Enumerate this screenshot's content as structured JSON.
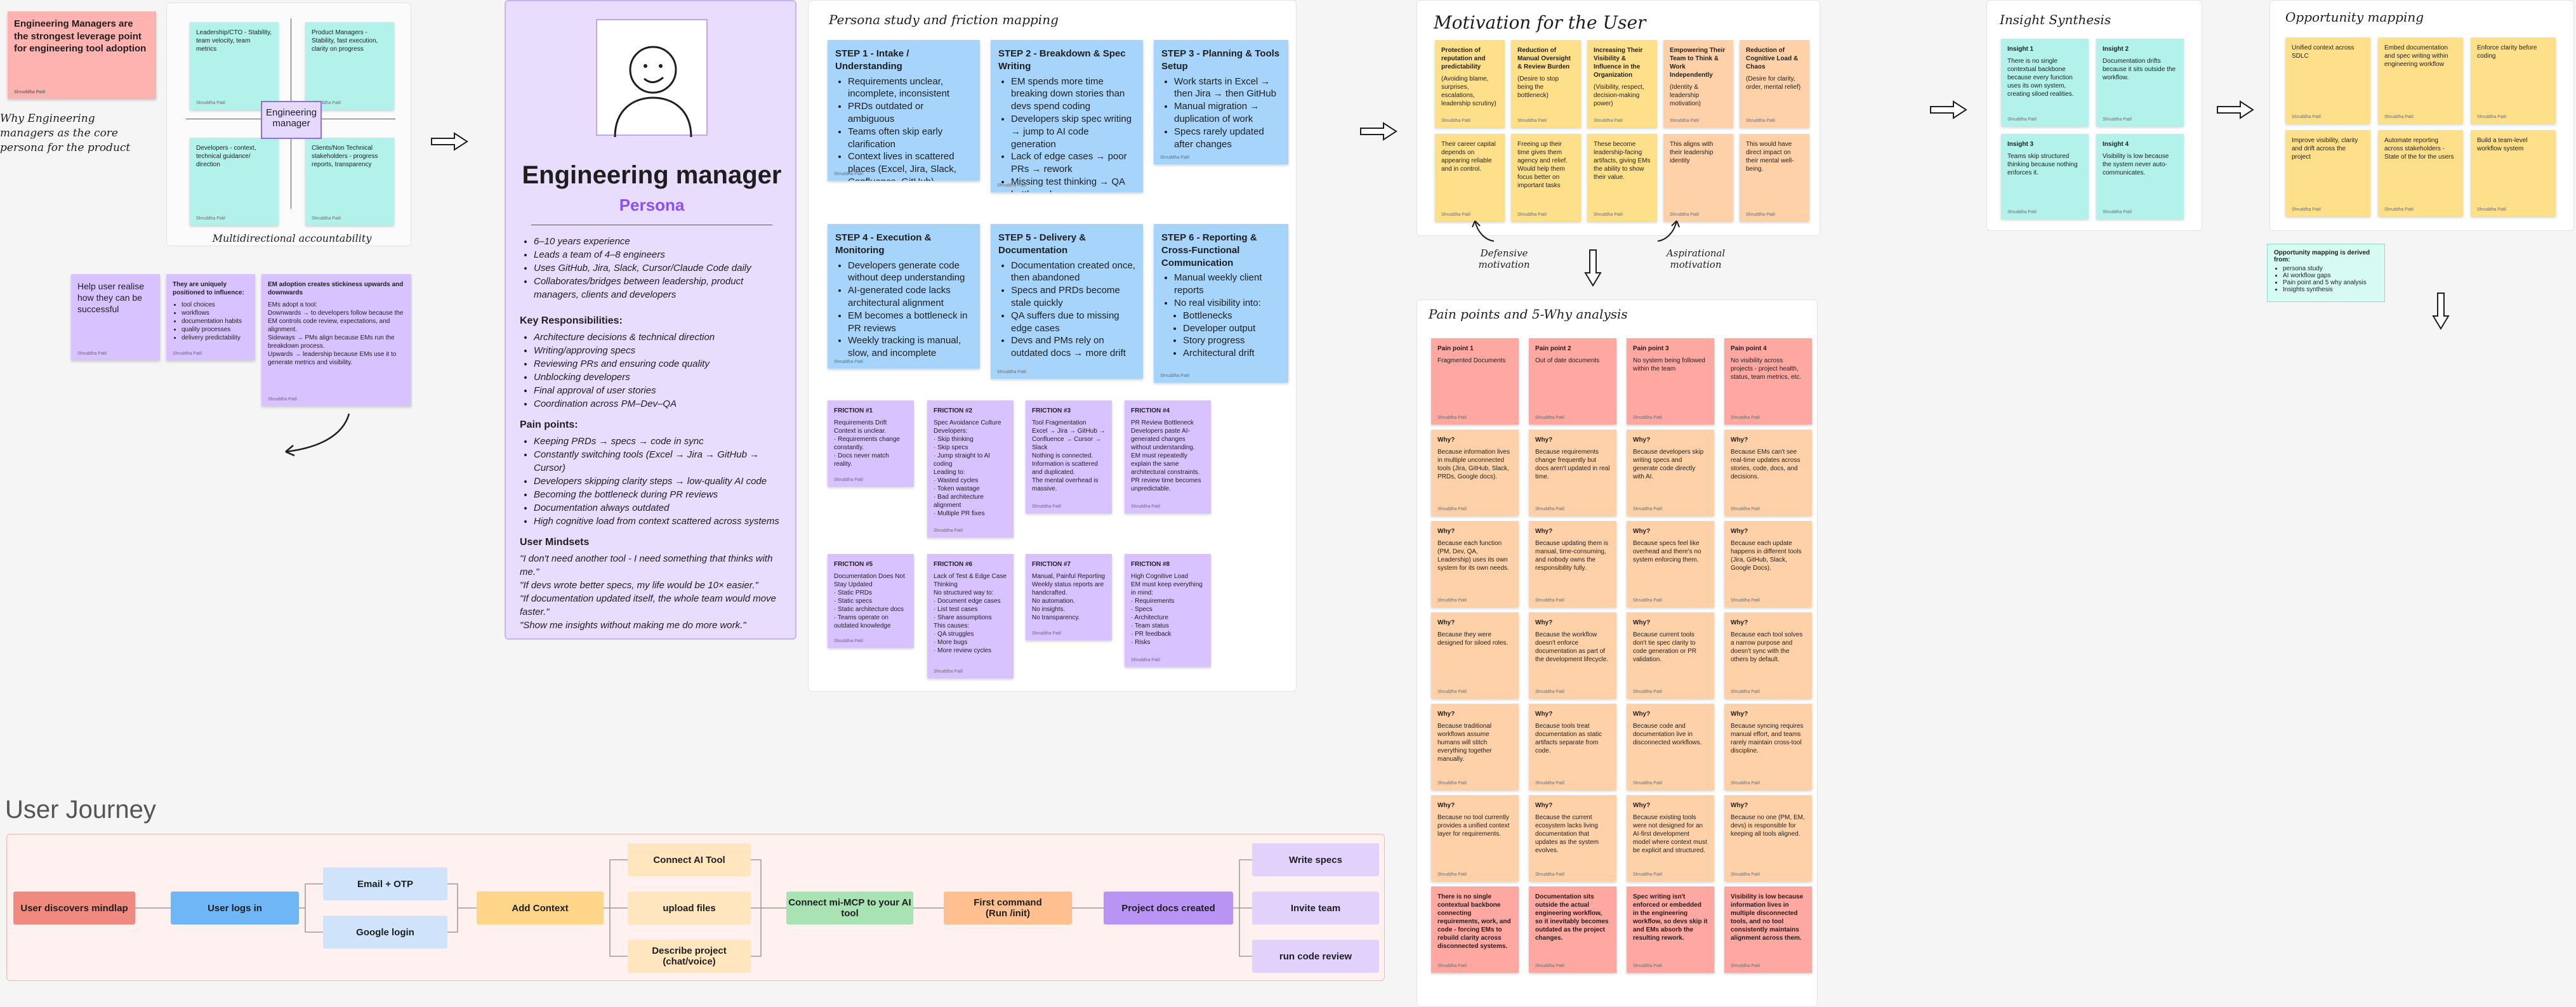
{
  "colors": {
    "canvas": "#f5f5f5",
    "red_sticky": "#ffb3b0",
    "teal_sticky": "#b2f2eb",
    "lavender": "#e6d9ff",
    "purple_sticky": "#d8c2ff",
    "blue_sticky": "#a6d4fb",
    "yellow_sticky": "#ffe08a",
    "orange_sticky": "#ffd1a8",
    "salmon_sticky": "#ffa7a1"
  },
  "intro": {
    "red_note": "Engineering Managers are the strongest leverage point for engineering tool adoption",
    "handwritten": "Why Engineering managers as the core persona for the product",
    "matrix_title": "Multidirectional accountability",
    "center": "Engineering manager",
    "q1": "Leadership/CTO - Stability, team velocity, team metrics",
    "q2": "Product Managers - Stability, fast execution, clarity on progress",
    "q3": "Developers - context, technical guidance/ direction",
    "q4": "Clients/Non Technical stakeholders - progress reports, transparency",
    "p1": "Help user realise how they can be successful",
    "p2_title": "They are uniquely positioned to influence:",
    "p2_items": [
      "tool choices",
      "workflows",
      "documentation habits",
      "quality processes",
      "delivery predictability"
    ],
    "p3_title": "EM adoption creates stickiness upwards and downwards",
    "p3_body": "EMs adopt a tool:\nDownwards → to developers follow because the EM controls code review, expectations, and alignment.\nSideways → PMs align because EMs run the breakdown process.\nUpwards → leadership because EMs use it to generate metrics and visibility.",
    "author": "Shruddha Patil"
  },
  "persona": {
    "title": "Engineering manager",
    "subtitle": "Persona",
    "facts": [
      "6–10 years experience",
      "Leads a team of 4–8 engineers",
      "Uses GitHub, Jira, Slack, Cursor/Claude Code daily",
      "Collaborates/bridges between leadership, product managers, clients and developers"
    ],
    "resp_heading": "Key Responsibilities:",
    "resp": [
      "Architecture decisions & technical direction",
      "Writing/approving specs",
      "Reviewing PRs and ensuring code quality",
      "Unblocking developers",
      "Final approval of user stories",
      "Coordination across PM–Dev–QA"
    ],
    "pain_heading": "Pain points:",
    "pains": [
      "Keeping PRDs → specs → code in sync",
      "Constantly switching tools (Excel → Jira → GitHub → Cursor)",
      "Developers skipping clarity steps → low-quality AI code",
      "Becoming the bottleneck during PR reviews",
      "Documentation always outdated",
      "High cognitive load from context scattered across systems"
    ],
    "mind_heading": "User Mindsets",
    "mindsets": [
      "\"I don't need another tool - I need something that thinks with me.\"",
      "\"If devs wrote better specs, my life would be 10× easier.\"",
      "\"If documentation updated itself, the whole team would move faster.\"",
      "\"Show me insights without making me do more work.\""
    ]
  },
  "study": {
    "title": "Persona study and friction mapping",
    "steps": [
      {
        "title": "STEP 1 - Intake / Understanding",
        "items": [
          "Requirements unclear, incomplete, inconsistent",
          "PRDs outdated or ambiguous",
          "Teams often skip early clarification",
          "Context lives in scattered places (Excel, Jira, Slack, Confluence, GitHub)"
        ]
      },
      {
        "title": "STEP 2 - Breakdown & Spec Writing",
        "items": [
          "EM spends more time breaking down stories than devs spend coding",
          "Developers skip spec writing → jump to AI code generation",
          "Lack of edge cases → poor PRs → rework",
          "Missing test thinking → QA bottlenecks"
        ]
      },
      {
        "title": "STEP 3 - Planning & Tools Setup",
        "items": [
          "Work starts in Excel → then Jira → then GitHub",
          "Manual migration → duplication of work",
          "Specs rarely updated after changes"
        ]
      },
      {
        "title": "STEP 4 - Execution & Monitoring",
        "items": [
          "Developers generate code without deep understanding",
          "AI-generated code lacks architectural alignment",
          "EM becomes a bottleneck in PR reviews",
          "Weekly tracking is manual, slow, and incomplete"
        ]
      },
      {
        "title": "STEP 5 - Delivery & Documentation",
        "items": [
          "Documentation created once, then abandoned",
          "Specs and PRDs become stale quickly",
          "QA suffers due to missing edge cases",
          "Devs and PMs rely on outdated docs → more drift"
        ]
      },
      {
        "title": "STEP 6 - Reporting & Cross-Functional Communication",
        "items": [
          "Manual weekly client reports",
          "No real visibility into:",
          "Bottlenecks",
          "Developer output",
          "Story progress",
          "Architectural drift"
        ]
      }
    ],
    "frictions": [
      {
        "title": "FRICTION #1",
        "body": "Requirements Drift\nContext is unclear.\n· Requirements change constantly.\n· Docs never match reality."
      },
      {
        "title": "FRICTION #2",
        "body": "Spec Avoidance Culture\nDevelopers:\n· Skip thinking\n· Skip specs\n· Jump straight to AI coding\nLeading to:\n· Wasted cycles\n· Token wastage\n· Bad architecture alignment\n· Multiple PR fixes"
      },
      {
        "title": "FRICTION #3",
        "body": "Tool Fragmentation\nExcel → Jira → GitHub → Confluence → Cursor → Slack\nNothing is connected.\nInformation is scattered and duplicated.\nThe mental overhead is massive."
      },
      {
        "title": "FRICTION #4",
        "body": "PR Review Bottleneck\nDevelopers paste AI-generated changes without understanding.\nEM must repeatedly explain the same architectural constraints.\nPR review time becomes unpredictable."
      },
      {
        "title": "FRICTION #5",
        "body": "Documentation Does Not Stay Updated\n· Static PRDs\n· Static specs\n· Static architecture docs\n· Teams operate on outdated knowledge"
      },
      {
        "title": "FRICTION #6",
        "body": "Lack of Test & Edge Case Thinking\nNo structured way to:\n· Document edge cases\n· List test cases\n· Share assumptions\nThis causes:\n· QA struggles\n· More bugs\n· More review cycles"
      },
      {
        "title": "FRICTION #7",
        "body": "Manual, Painful Reporting\nWeekly status reports are handcrafted.\nNo automation.\nNo insights.\nNo transparency."
      },
      {
        "title": "FRICTION #8",
        "body": "High Cognitive Load\nEM must keep everything in mind:\n· Requirements\n· Specs\n· Architecture\n· Team status\n· PR feedback\n· Risks"
      }
    ]
  },
  "motivation": {
    "title": "Motivation for the User",
    "cards": [
      {
        "title": "Protection of reputation and predictability",
        "body": "(Avoiding blame, surprises, escalations, leadership scrutiny)"
      },
      {
        "title": "Reduction of Manual Oversight & Review Burden",
        "body": "(Desire to stop being the bottleneck)"
      },
      {
        "title": "Increasing Their Visibility & Influence in the Organization",
        "body": "(Visibility, respect, decision-making power)"
      },
      {
        "title": "Empowering Their Team to Think & Work Independently",
        "body": "(Identity & leadership motivation)"
      },
      {
        "title": "Reduction of Cognitive Load & Chaos",
        "body": "(Desire for clarity, order, mental relief)"
      },
      {
        "title": "",
        "body": "Their career capital depends on appearing reliable and in control."
      },
      {
        "title": "",
        "body": "Freeing up their time gives them agency and relief. Would help them focus better on important tasks"
      },
      {
        "title": "",
        "body": "These become leadership-facing artifacts, giving EMs the ability to show their value."
      },
      {
        "title": "",
        "body": "This aligns with their leadership identity"
      },
      {
        "title": "",
        "body": "This would have direct impact on their mental well-being."
      }
    ],
    "defensive": "Defensive motivation",
    "aspirational": "Aspirational motivation"
  },
  "pain": {
    "title": "Pain points and 5-Why analysis",
    "headers": [
      {
        "title": "Pain point 1",
        "body": "Fragmented Documents"
      },
      {
        "title": "Pain point 2",
        "body": "Out of date documents"
      },
      {
        "title": "Pain point 3",
        "body": "No system being followed within the team"
      },
      {
        "title": "Pain point 4",
        "body": "No visibility across projects - project health, status, team metrics, etc."
      }
    ],
    "rows": [
      [
        "Because information lives in multiple unconnected tools (Jira, GitHub, Slack, PRDs, Google docs).",
        "Because requirements change frequently but docs aren't updated in real time.",
        "Because developers skip writing specs and generate code directly with AI.",
        "Because EMs can't see real-time updates across stories, code, docs, and decisions."
      ],
      [
        "Because each function (PM, Dev, QA, Leadership) uses its own system for its own needs.",
        "Because updating them is manual, time-consuming, and nobody owns the responsibility fully.",
        "Because specs feel like overhead and there's no system enforcing them.",
        "Because each update happens in different tools (Jira, GitHub, Slack, Google Docs)."
      ],
      [
        "Because they were designed for siloed roles.",
        "Because the workflow doesn't enforce documentation as part of the development lifecycle.",
        "Because current tools don't tie spec clarity to code generation or PR validation.",
        "Because each tool solves a narrow purpose and doesn't sync with the others by default."
      ],
      [
        "Because traditional workflows assume humans will stitch everything together manually.",
        "Because tools treat documentation as static artifacts separate from code.",
        "Because code and documentation live in disconnected workflows.",
        "Because syncing requires manual effort, and teams rarely maintain cross-tool discipline."
      ],
      [
        "Because no tool currently provides a unified context layer for requirements.",
        "Because the current ecosystem lacks living documentation that updates as the system evolves.",
        "Because existing tools were not designed for an AI-first development model where context must be explicit and structured.",
        "Because no one (PM, EM, devs) is responsible for keeping all tools aligned."
      ]
    ],
    "why": "Why?",
    "roots": [
      "There is no single contextual backbone connecting requirements, work, and code - forcing EMs to rebuild clarity across disconnected systems.",
      "Documentation sits outside the actual engineering workflow, so it inevitably becomes outdated as the project changes.",
      "Spec writing isn't enforced or embedded in the engineering workflow, so devs skip it and EMs absorb the resulting rework.",
      "Visibility is low because information lives in multiple disconnected tools, and no tool consistently maintains alignment across them."
    ]
  },
  "insight": {
    "title": "Insight Synthesis",
    "cards": [
      {
        "title": "Insight 1",
        "body": "There is no single contextual backbone because every function uses its own system, creating siloed realities."
      },
      {
        "title": "Insight 2",
        "body": "Documentation drifts because it sits outside the workflow."
      },
      {
        "title": "Insight 3",
        "body": "Teams skip structured thinking because nothing enforces it."
      },
      {
        "title": "Insight 4",
        "body": "Visibility is low because the system never auto-communicates."
      }
    ]
  },
  "opportunity": {
    "title": "Opportunity mapping",
    "cards": [
      "Unified context across SDLC",
      "Embed documentation and spec writing within engineering workflow",
      "Enforce clarity before coding",
      "Improve visibility, clarity and drift across the project",
      "Automate reporting across stakeholders - State of the for the users",
      "Build a team-level workflow system"
    ],
    "note_title": "Opportunity mapping is derived from:",
    "note_items": [
      "persona study",
      "AI workflow gaps",
      "Pain point and 5 why analysis",
      "Insights synthesis"
    ]
  },
  "journey": {
    "title": "User Journey",
    "n1": "User discovers mindlap",
    "n2": "User logs in",
    "n3a": "Email + OTP",
    "n3b": "Google login",
    "n4": "Add Context",
    "n5a": "Connect AI Tool",
    "n5b": "upload files",
    "n5c": "Describe project (chat/voice)",
    "n6": "Connect mi-MCP to your AI tool",
    "n7": "First command\n(Run /init)",
    "n8": "Project docs created",
    "n9a": "Write specs",
    "n9b": "Invite team",
    "n9c": "run code review"
  }
}
